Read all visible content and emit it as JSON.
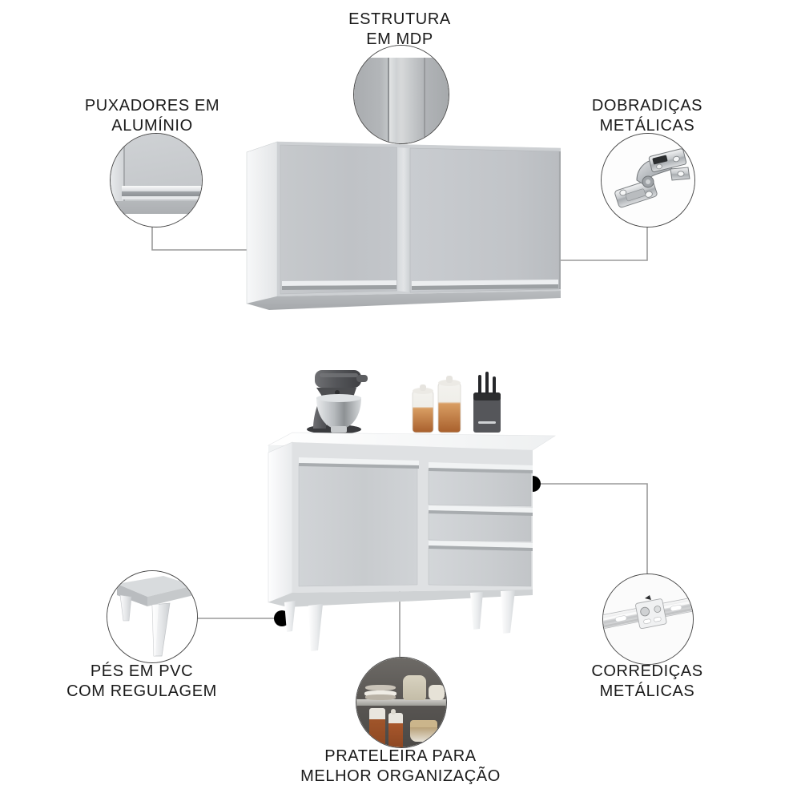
{
  "page": {
    "background": "#ffffff",
    "text_color": "#1a1a1a",
    "line_color": "#9a9a9a",
    "dot_color": "#000000",
    "circle_border": "#4a4a4a"
  },
  "callouts": [
    {
      "id": "estrutura-em-mdp",
      "label": "ESTRUTURA\nEM MDP",
      "detail_icon": "mdp-panel-edge-photo",
      "target": "upper-cabinet-center-divider"
    },
    {
      "id": "puxadores-em-aluminio",
      "label": "PUXADORES EM\nALUMÍNIO",
      "detail_icon": "aluminium-handle-photo",
      "target": "upper-cabinet-left-edge"
    },
    {
      "id": "dobradicas-metalicas",
      "label": "DOBRADIÇAS\nMETÁLICAS",
      "detail_icon": "metal-hinge-photo",
      "target": "upper-cabinet-right-edge"
    },
    {
      "id": "pes-em-pvc-com-regulagem",
      "label": "PÉS EM PVC\nCOM REGULAGEM",
      "detail_icon": "pvc-leg-photo",
      "target": "lower-cabinet-left-leg"
    },
    {
      "id": "prateleira-para-melhor-organizacao",
      "label": "PRATELEIRA PARA\nMELHOR ORGANIZAÇÃO",
      "detail_icon": "shelf-with-jars-photo",
      "target": "lower-cabinet-door"
    },
    {
      "id": "corredicas-metalicas",
      "label": "CORREDIÇAS\nMETÁLICAS",
      "detail_icon": "metal-drawer-slide-photo",
      "target": "lower-cabinet-top-drawer"
    }
  ],
  "products": {
    "upper_cabinet": {
      "name": "wall-cabinet",
      "doors": 2,
      "handle_type": "aluminium-strip"
    },
    "lower_cabinet": {
      "name": "counter-cabinet",
      "doors": 1,
      "drawers": 3,
      "legs": 4,
      "countertop_items": [
        "stand-mixer",
        "glass-canister",
        "glass-canister",
        "knife-block"
      ]
    }
  }
}
